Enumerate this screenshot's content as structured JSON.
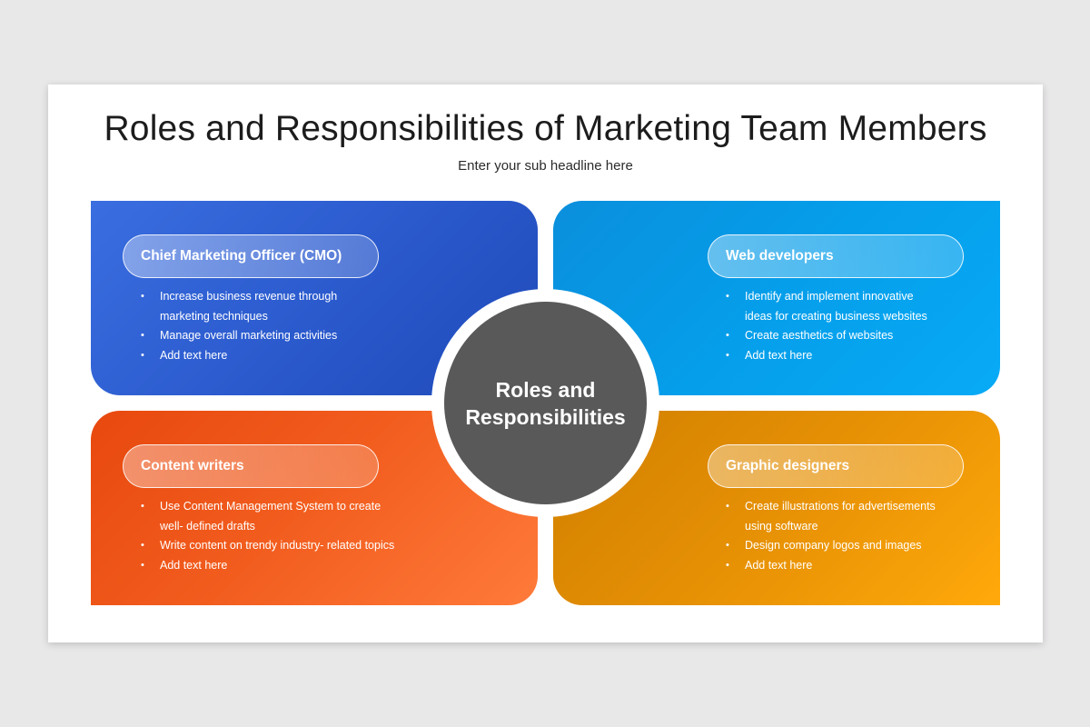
{
  "header": {
    "title": "Roles and Responsibilities of Marketing Team Members",
    "subtitle": "Enter your sub headline here"
  },
  "center": {
    "label": "Roles and Responsibilities",
    "color": "#595959"
  },
  "cards": {
    "cmo": {
      "title": "Chief Marketing Officer (CMO)",
      "bullets": [
        "Increase business revenue through marketing techniques",
        "Manage overall marketing activities",
        "Add text here"
      ],
      "gradient": [
        "#3a6ee0",
        "#1f4fc0"
      ]
    },
    "web": {
      "title": "Web developers",
      "bullets": [
        "Identify and implement innovative ideas for creating business websites",
        "Create aesthetics of websites",
        "Add text here"
      ],
      "gradient": [
        "#0291e0",
        "#08a8f5"
      ]
    },
    "content": {
      "title": "Content writers",
      "bullets": [
        "Use Content Management System to create well- defined drafts",
        "Write content on trendy industry- related topics",
        "Add text here"
      ],
      "gradient": [
        "#ff7a3a",
        "#e84b10"
      ]
    },
    "graphic": {
      "title": "Graphic designers",
      "bullets": [
        "Create illustrations for advertisements using software",
        "Design company logos and images",
        "Add text here"
      ],
      "gradient": [
        "#d98300",
        "#ffa80a"
      ]
    }
  },
  "bullet_glyph": "•"
}
